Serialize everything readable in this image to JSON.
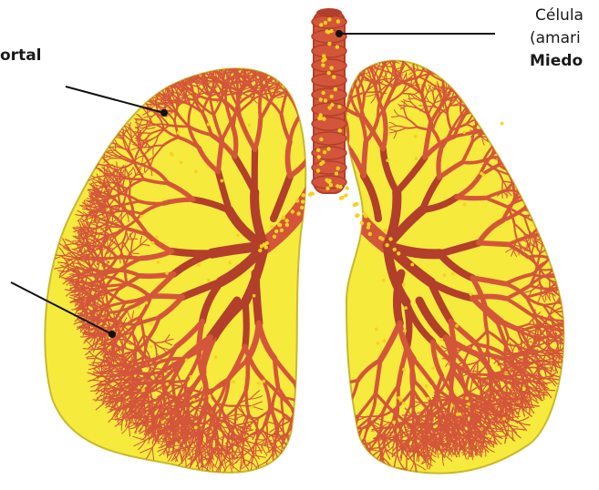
{
  "labels": {
    "top_left": "ortal",
    "top_right_line1": "Célula",
    "top_right_line2": "(amari",
    "top_right_line3": "Miedo"
  },
  "colors": {
    "lung_fill": "#f6ea3d",
    "lung_edge": "#c9b92b",
    "airway": "#d4563a",
    "airway_dark": "#b23f2b",
    "cells": "#f7d21f",
    "leader": "#111111"
  },
  "icons": [
    "trachea-illustration",
    "left-lung-illustration",
    "right-lung-illustration",
    "bronchial-tree-illustration"
  ]
}
